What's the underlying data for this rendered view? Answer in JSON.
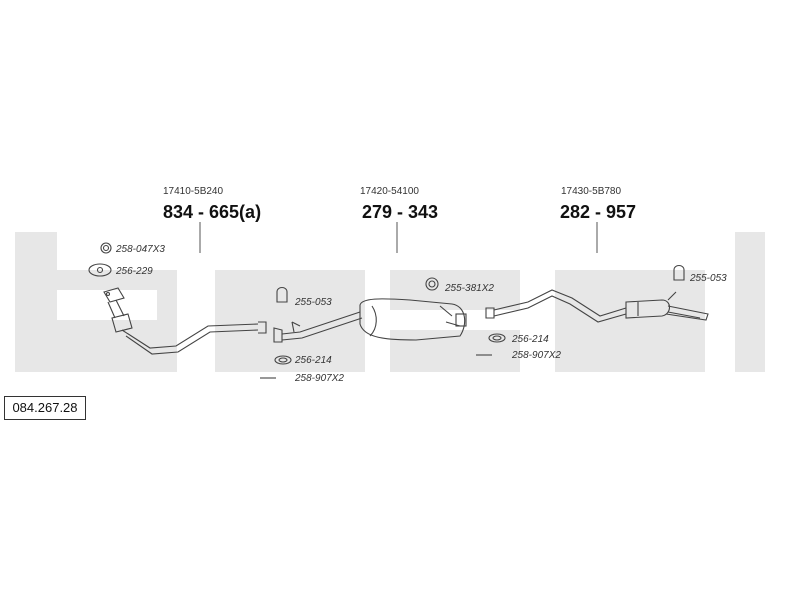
{
  "reference": "084.267.28",
  "brand_watermark": "bosal",
  "assemblies": [
    {
      "oem": "17410-5B240",
      "code": "834 - 665(a)"
    },
    {
      "oem": "17420-54100",
      "code": "279 - 343"
    },
    {
      "oem": "17430-5B780",
      "code": "282 - 957"
    }
  ],
  "parts": {
    "gasket_front": "258-047X3",
    "flange_gasket": "256-229",
    "hanger_a": "255-053",
    "ring_a": "256-214",
    "clamp_a": "258-907X2",
    "mount_mid": "255-381X2",
    "ring_b": "256-214",
    "clamp_b": "258-907X2",
    "hanger_rear": "255-053"
  }
}
